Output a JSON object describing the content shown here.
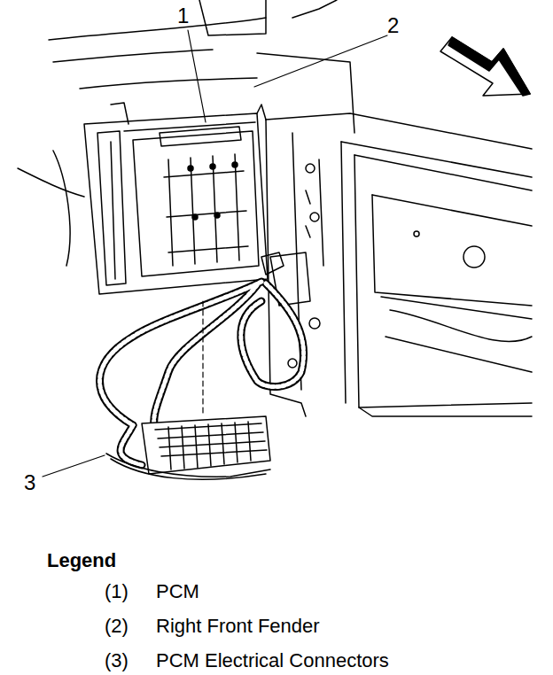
{
  "diagram": {
    "labels": [
      "1",
      "2",
      "3",
      "Legend",
      "(1)",
      "PCM",
      "(2)",
      "Right Front Fender",
      "(3)",
      "PCM Electrical Connectors"
    ]
  }
}
